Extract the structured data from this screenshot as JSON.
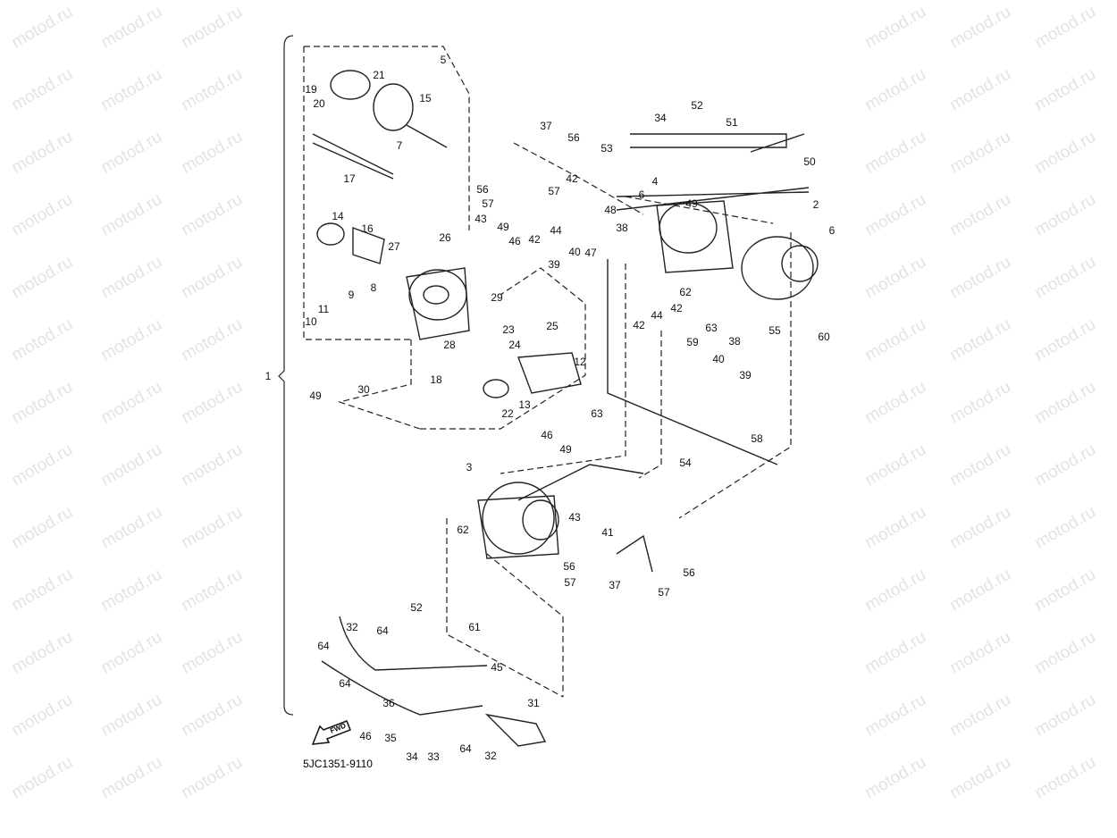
{
  "watermark": "motod.ru",
  "diagram_code": "5JC1351-9110",
  "fwd_label": "FWD",
  "labels": [
    "5",
    "19",
    "21",
    "20",
    "15",
    "7",
    "17",
    "14",
    "16",
    "27",
    "26",
    "43",
    "49",
    "46",
    "42",
    "44",
    "42",
    "57",
    "56",
    "37",
    "56",
    "57",
    "48",
    "47",
    "38",
    "40",
    "39",
    "8",
    "9",
    "11",
    "10",
    "29",
    "23",
    "24",
    "28",
    "25",
    "12",
    "18",
    "30",
    "49",
    "1",
    "22",
    "13",
    "63",
    "34",
    "52",
    "53",
    "51",
    "50",
    "4",
    "6",
    "49",
    "2",
    "6",
    "42",
    "44",
    "42",
    "62",
    "63",
    "59",
    "38",
    "55",
    "60",
    "40",
    "39",
    "58",
    "54",
    "46",
    "49",
    "3",
    "43",
    "41",
    "62",
    "56",
    "57",
    "37",
    "56",
    "57",
    "61",
    "52",
    "32",
    "64",
    "64",
    "45",
    "64",
    "36",
    "31",
    "46",
    "35",
    "34",
    "33",
    "64",
    "32"
  ]
}
